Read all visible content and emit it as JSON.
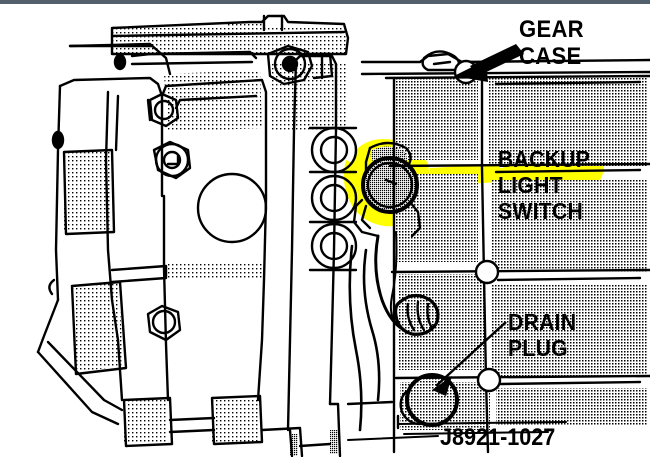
{
  "image": {
    "kind": "automotive-service-line-drawing",
    "subject": "Transmission gear case — backup light switch and drain plug locations",
    "background_color": "#ffffff",
    "ink_color": "#000000",
    "highlighter_color": "#ffff00",
    "topbar_color": "#545f6e"
  },
  "callouts": {
    "gear_case": {
      "line1": "GEAR",
      "line2": "CASE",
      "highlighted": false
    },
    "backup_light_switch": {
      "line1": "BACKUP",
      "line2": "LIGHT",
      "line3": "SWITCH",
      "highlighted": true
    },
    "drain_plug": {
      "line1": "DRAIN",
      "line2": "PLUG",
      "highlighted": false
    }
  },
  "figure_number": "J8921-1027",
  "marked_parts": [
    {
      "name": "backup-light-switch-body",
      "marker": "yellow-highlighter"
    },
    {
      "name": "backup-light-switch-connector",
      "marker": "yellow-highlighter"
    }
  ]
}
